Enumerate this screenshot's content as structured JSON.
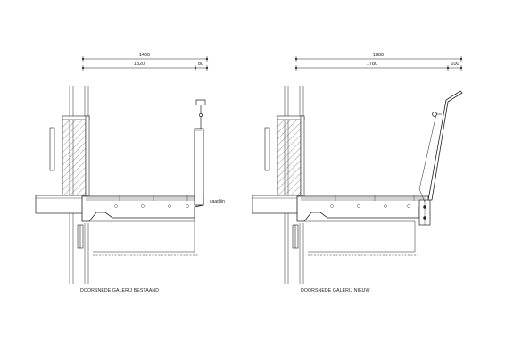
{
  "left_section": {
    "caption": "DOORSNEDE GALERIJ BESTAAND",
    "dim_total": "1400",
    "dim_main": "1320",
    "dim_small": "80",
    "annotation": "caaglijn"
  },
  "right_section": {
    "caption": "DOORSNEDE GALERIJ NIEUW",
    "dim_total": "1880",
    "dim_main": "1780",
    "dim_small": "100"
  },
  "colors": {
    "line": "#222222",
    "hatch": "#555555",
    "concrete_fill": "#ffffff",
    "slab_fill": "#cfcfcf"
  }
}
